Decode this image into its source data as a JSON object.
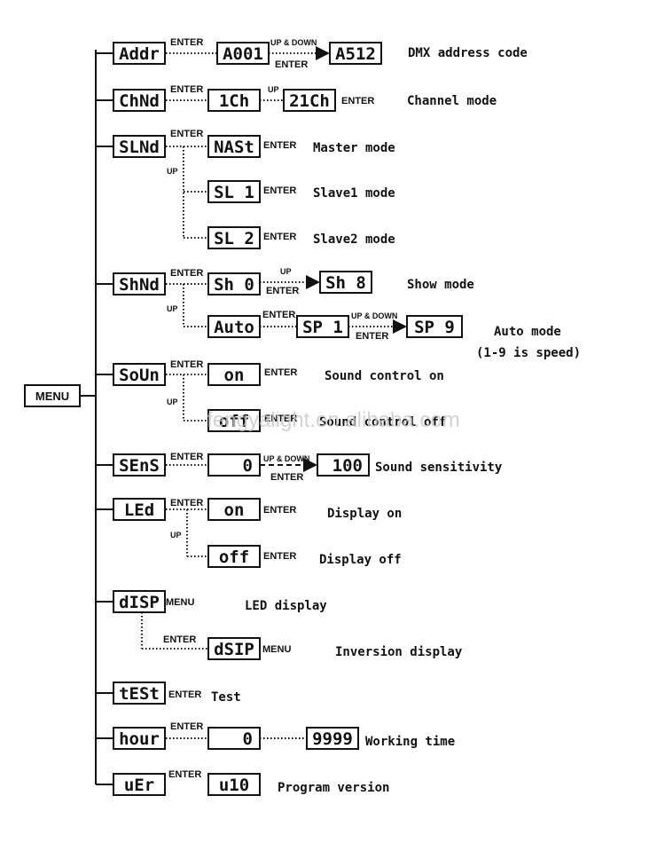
{
  "root": {
    "label": "MENU"
  },
  "keys": {
    "enter": "ENTER",
    "up": "UP",
    "up_down": "UP & DOWN",
    "menu": "MENU"
  },
  "addr": {
    "code": "Addr",
    "start": "A001",
    "end": "A512",
    "desc": "DMX address code"
  },
  "chnd": {
    "code": "ChNd",
    "opt1": "1Ch",
    "opt2": "21Ch",
    "desc": "Channel mode"
  },
  "slnd": {
    "code": "SLNd",
    "master": "NASt",
    "master_desc": "Master mode",
    "slave1": "SL 1",
    "slave1_desc": "Slave1 mode",
    "slave2": "SL 2",
    "slave2_desc": "Slave2 mode"
  },
  "shnd": {
    "code": "ShNd",
    "show_start": "Sh 0",
    "show_end": "Sh 8",
    "show_desc": "Show mode",
    "auto": "Auto",
    "sp_start": "SP 1",
    "sp_end": "SP 9",
    "auto_desc": "Auto mode",
    "auto_note": "(1-9 is speed)"
  },
  "soun": {
    "code": "SoUn",
    "on": "on",
    "on_desc": "Sound control on",
    "off": "off",
    "off_desc": "Sound control off"
  },
  "sens": {
    "code": "SEnS",
    "start": "0",
    "end": "100",
    "desc": "Sound sensitivity"
  },
  "led": {
    "code": "LEd",
    "on": "on",
    "on_desc": "Display on",
    "off": "off",
    "off_desc": "Display off"
  },
  "disp": {
    "code": "dISP",
    "desc": "LED display",
    "inv": "dSIP",
    "inv_desc": "Inversion display"
  },
  "test": {
    "code": "tESt",
    "desc": "Test"
  },
  "hour": {
    "code": "hour",
    "start": "0",
    "end": "9999",
    "desc": "Working time"
  },
  "ver": {
    "code": "uEr",
    "value": "u10",
    "desc": "Program version"
  },
  "watermark": "fengyalight.en.alibaba.com"
}
